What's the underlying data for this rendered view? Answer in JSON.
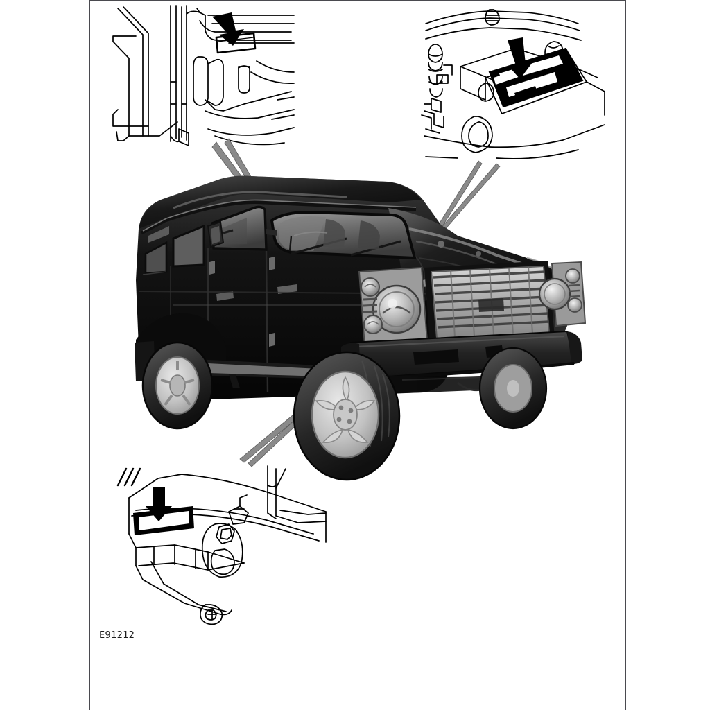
{
  "document": {
    "type": "technical-service-illustration",
    "figure_label": "E91212",
    "background_color": "#ffffff",
    "line_color": "#000000",
    "frame_color": "#4a4a4f"
  },
  "page_frame": {
    "left_rule": true,
    "right_rule": true,
    "top_rule": true,
    "bottom_rule": false
  },
  "main_subject": {
    "name": "vehicle-photograph",
    "description": "Black Land Rover Defender 110 station wagon, front three-quarter view facing right",
    "body_color": "#0d0d0d",
    "rendering": "halftone grayscale photograph",
    "features": [
      "horizontal-slat front grille",
      "round headlamps with round indicator and side lamp",
      "black front bumper",
      "alloy road wheels",
      "side steps",
      "exterior mirrors on A-pillar",
      "roof gutter rail",
      "rear side windows"
    ]
  },
  "callouts": [
    {
      "id": "callout-vin-plate-door-pillar",
      "position": "top-left",
      "drawing": "line-art detail of door aperture / B-post with VIN plate riveted to the pillar",
      "arrow": {
        "name": "vin-plate-arrow",
        "direction": "down-right",
        "style": "solid black tapered arrow"
      },
      "target_on_vehicle": "front door pillar / windscreen base, driver side"
    },
    {
      "id": "callout-vin-plate-engine-bay",
      "position": "top-right",
      "drawing": "line-art detail of engine compartment with VIN data plate on bulkhead panel",
      "arrow": {
        "name": "vin-plate-arrow",
        "direction": "down",
        "style": "solid black tapered arrow"
      },
      "target_on_vehicle": "engine bay, right hand side of bulkhead"
    },
    {
      "id": "callout-vin-stamping-chassis",
      "position": "bottom-left",
      "drawing": "line-art detail of chassis side rail with stamped VIN strip and towing eye",
      "arrow": {
        "name": "vin-stamping-arrow",
        "direction": "down",
        "style": "solid black tapered arrow"
      },
      "target_on_vehicle": "chassis side member, below front wheel arch"
    }
  ],
  "leader_lines": [
    {
      "name": "leader-door-pillar",
      "from": "callout-vin-plate-door-pillar",
      "to": "vehicle windscreen base",
      "style": "tapered wedge"
    },
    {
      "name": "leader-engine-bay",
      "from": "callout-vin-plate-engine-bay",
      "to": "vehicle A-pillar base",
      "style": "narrow V wedge"
    },
    {
      "name": "leader-chassis",
      "from": "callout-vin-stamping-chassis",
      "to": "vehicle front wheel / chassis rail",
      "style": "tapered wedge"
    }
  ]
}
